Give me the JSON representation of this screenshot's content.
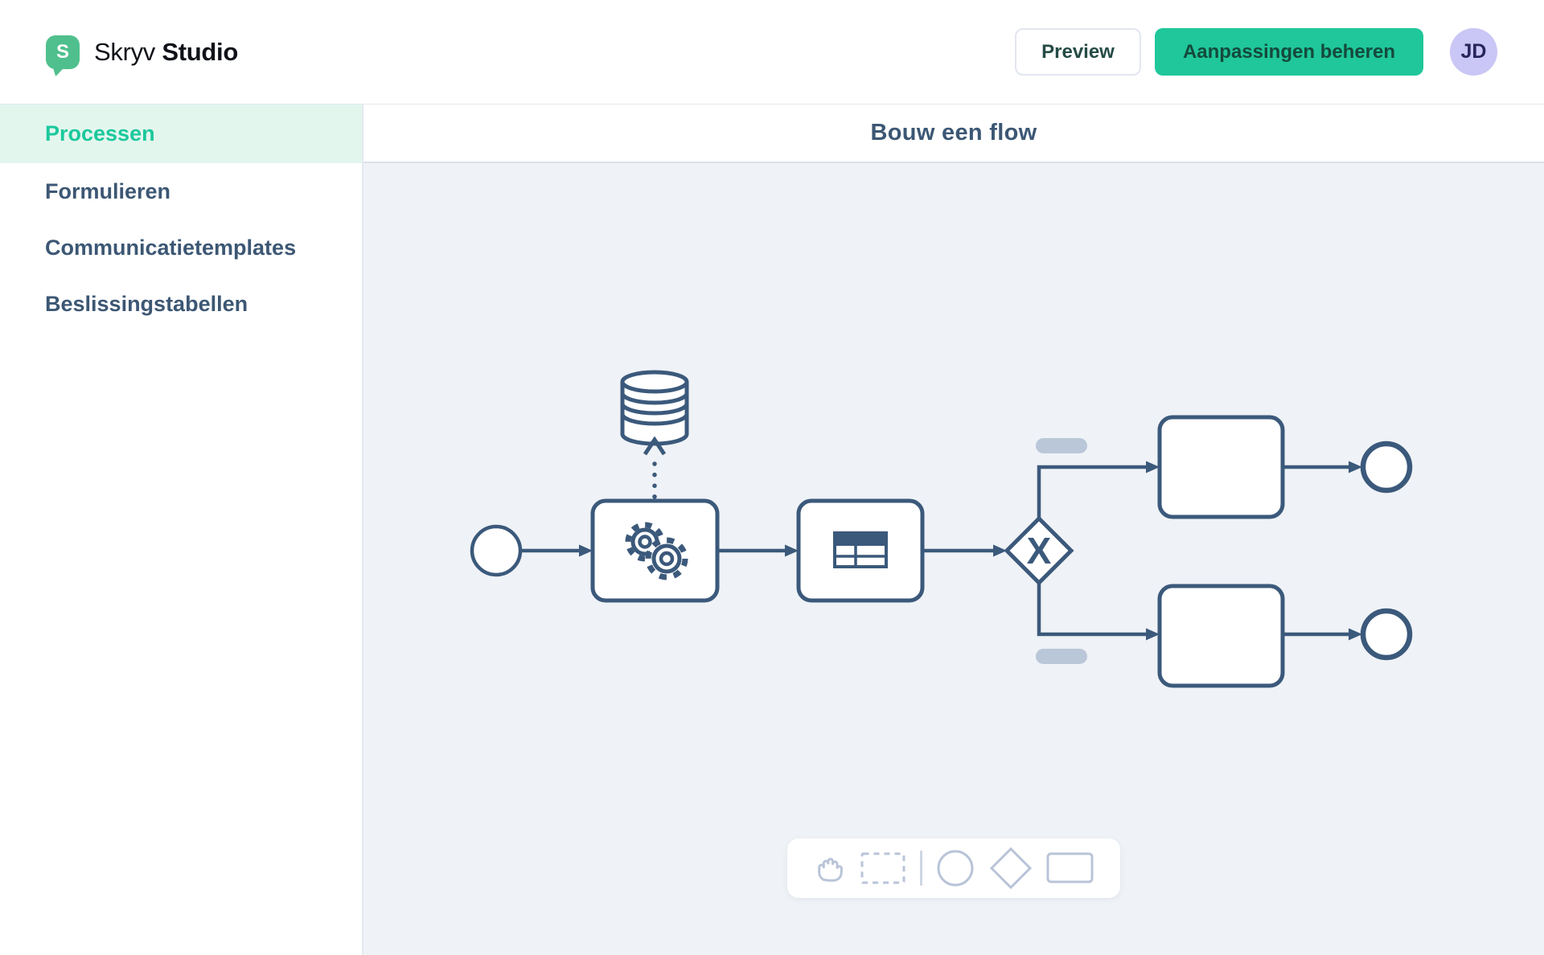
{
  "app": {
    "logo_letter": "S",
    "brand_first": "Skryv",
    "brand_second": "Studio"
  },
  "header": {
    "preview_button_label": "Preview",
    "manage_button_label": "Aanpassingen beheren",
    "avatar_initials": "JD"
  },
  "sidebar": {
    "items": [
      {
        "label": "Processen",
        "active": true
      },
      {
        "label": "Formulieren",
        "active": false
      },
      {
        "label": "Communicatietemplates",
        "active": false
      },
      {
        "label": "Beslissingstabellen",
        "active": false
      }
    ]
  },
  "main": {
    "title": "Bouw een flow"
  },
  "diagram": {
    "type": "bpmn-flow",
    "gateway_marker": "X",
    "nodes": [
      {
        "id": "start",
        "kind": "start-event"
      },
      {
        "id": "data-store",
        "kind": "database-cylinder"
      },
      {
        "id": "task-service",
        "kind": "task",
        "icon": "gears"
      },
      {
        "id": "task-table",
        "kind": "task",
        "icon": "table"
      },
      {
        "id": "gateway",
        "kind": "exclusive-gateway",
        "marker": "X"
      },
      {
        "id": "label-top",
        "kind": "label-placeholder-pill"
      },
      {
        "id": "task-top",
        "kind": "task",
        "icon": null
      },
      {
        "id": "end-top",
        "kind": "end-event"
      },
      {
        "id": "label-bottom",
        "kind": "label-placeholder-pill"
      },
      {
        "id": "task-bottom",
        "kind": "task",
        "icon": null
      },
      {
        "id": "end-bottom",
        "kind": "end-event"
      }
    ],
    "edges": [
      {
        "from": "start",
        "to": "task-service",
        "style": "solid-arrow"
      },
      {
        "from": "task-service",
        "to": "data-store",
        "style": "dotted-arrow"
      },
      {
        "from": "task-service",
        "to": "task-table",
        "style": "solid-arrow"
      },
      {
        "from": "task-table",
        "to": "gateway",
        "style": "solid-arrow"
      },
      {
        "from": "gateway",
        "to": "task-top",
        "style": "solid-arrow-elbow"
      },
      {
        "from": "task-top",
        "to": "end-top",
        "style": "solid-arrow"
      },
      {
        "from": "gateway",
        "to": "task-bottom",
        "style": "solid-arrow-elbow"
      },
      {
        "from": "task-bottom",
        "to": "end-bottom",
        "style": "solid-arrow"
      }
    ]
  },
  "palette": {
    "tools": [
      "hand-tool",
      "lasso-select-tool",
      "create-event-tool",
      "create-gateway-tool",
      "create-task-tool"
    ]
  },
  "colors": {
    "accent": "#1fc79a",
    "logo_green": "#4fc08d",
    "active_bg": "#e3f6ee",
    "active_text": "#1bc89c",
    "navy": "#3b597b",
    "text_navy": "#3c5774",
    "canvas_bg": "#eff2f6",
    "pill": "#bac7d9",
    "palette_icon": "#b9c4d8",
    "avatar_bg": "#cac6f5",
    "avatar_text": "#26265c",
    "preview_text": "#254b46",
    "manage_text": "#15493c",
    "border": "#e5e9f0",
    "title_border": "#dde2eb"
  }
}
